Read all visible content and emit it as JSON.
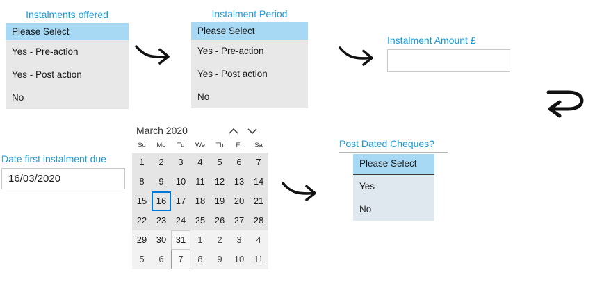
{
  "colors": {
    "accent_blue": "#1a9ad6",
    "highlight_blue": "#a7d9f5",
    "selected_day_border": "#0078d7",
    "list_gray": "#e8e8e8",
    "list_bluish": "#dee8ee"
  },
  "instalments_offered": {
    "label": "Instalments offered",
    "options": [
      "Please Select",
      "Yes - Pre-action",
      "Yes - Post action",
      "No"
    ],
    "selected": "Please Select"
  },
  "instalment_period": {
    "label": "Instalment Period",
    "options": [
      "Please Select",
      "Yes - Pre-action",
      "Yes - Post action",
      "No"
    ],
    "selected": "Please Select"
  },
  "instalment_amount": {
    "label": "Instalment Amount £",
    "value": "",
    "placeholder": ""
  },
  "date_first_instalment": {
    "label": "Date first instalment due",
    "value": "16/03/2020"
  },
  "calendar": {
    "title": "March 2020",
    "day_headers": [
      "Su",
      "Mo",
      "Tu",
      "We",
      "Th",
      "Fr",
      "Sa"
    ],
    "weeks": [
      [
        "1",
        "2",
        "3",
        "4",
        "5",
        "6",
        "7"
      ],
      [
        "8",
        "9",
        "10",
        "11",
        "12",
        "13",
        "14"
      ],
      [
        "15",
        "16",
        "17",
        "18",
        "19",
        "20",
        "21"
      ],
      [
        "22",
        "23",
        "24",
        "25",
        "26",
        "27",
        "28"
      ],
      [
        "29",
        "30",
        "31",
        "1",
        "2",
        "3",
        "4"
      ],
      [
        "5",
        "6",
        "7",
        "8",
        "9",
        "10",
        "11"
      ]
    ],
    "selected_day": "16",
    "selected_cell": {
      "week": 2,
      "col": 1
    },
    "boxed_cells": [
      {
        "week": 4,
        "col": 2
      },
      {
        "week": 5,
        "col": 2
      }
    ],
    "light_weeks": [
      4,
      5
    ],
    "next_month_start": {
      "week": 4,
      "col": 3
    }
  },
  "post_dated_cheques": {
    "label": "Post Dated Cheques?",
    "options": [
      "Please Select",
      "Yes",
      "No"
    ],
    "selected": "Please Select"
  },
  "icons": {
    "flow_arrow": "curved-right-arrow",
    "return_arrow": "u-turn-left-arrow",
    "calendar_prev": "chevron-up",
    "calendar_next": "chevron-down"
  }
}
